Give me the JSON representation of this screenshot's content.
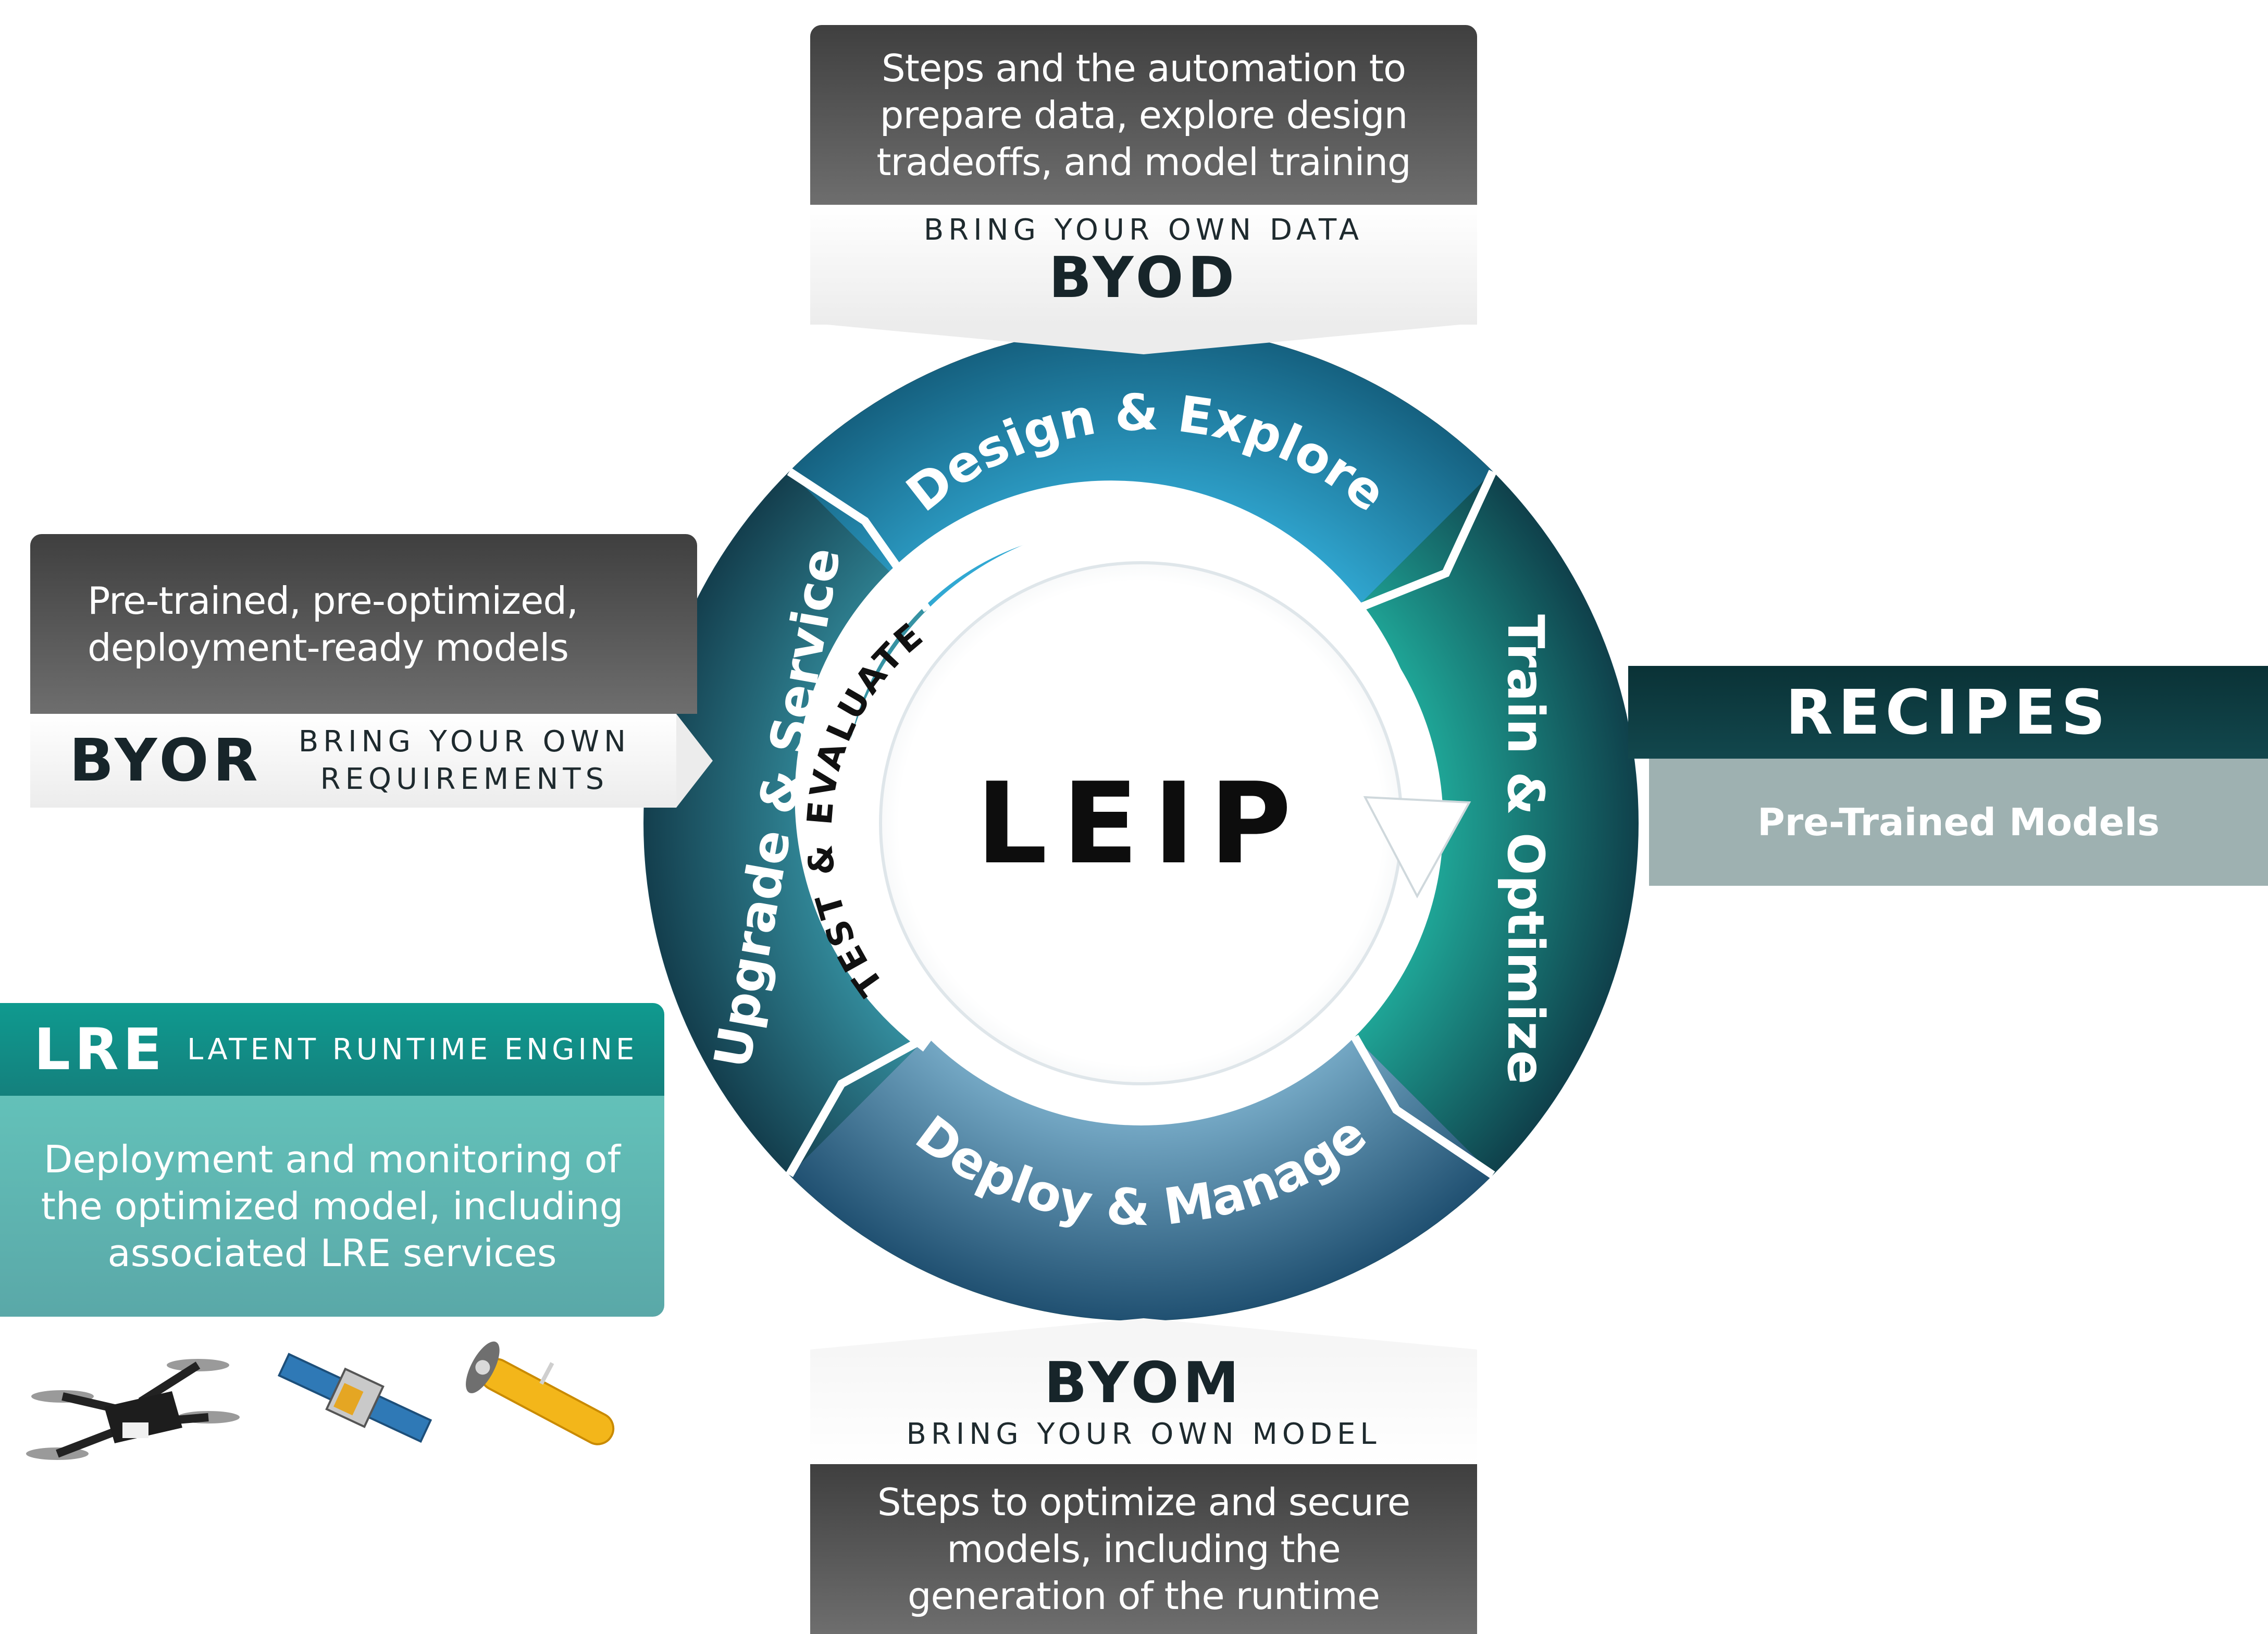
{
  "center": {
    "title": "LEIP"
  },
  "ring": {
    "top": "Design & Explore",
    "right": "Train & Optimize",
    "bottom": "Deploy & Manage",
    "left": "Upgrade & Service",
    "inner": "TEST & EVALUATE"
  },
  "byod": {
    "description_lines": [
      "Steps and the automation to",
      "prepare data, explore design",
      "tradeoffs, and model training"
    ],
    "subtitle": "BRING YOUR OWN DATA",
    "title": "BYOD"
  },
  "byom": {
    "title": "BYOM",
    "subtitle": "BRING YOUR OWN MODEL",
    "description_lines": [
      "Steps to optimize and secure",
      "models, including the",
      "generation of the runtime"
    ]
  },
  "byor": {
    "description_lines": [
      "Pre-trained, pre-optimized,",
      "deployment-ready models"
    ],
    "title": "BYOR",
    "subtitle_lines": [
      "BRING YOUR OWN",
      "REQUIREMENTS"
    ]
  },
  "recipes": {
    "title": "RECIPES",
    "subtitle": "Pre-Trained Models"
  },
  "lre": {
    "title": "LRE",
    "subtitle": "LATENT RUNTIME ENGINE",
    "description_lines": [
      "Deployment and monitoring of",
      "the optimized model, including",
      "associated LRE services"
    ]
  },
  "devices": [
    {
      "icon": "drone-icon"
    },
    {
      "icon": "satellite-icon"
    },
    {
      "icon": "underwater-vehicle-icon"
    }
  ],
  "colors": {
    "ring_dark": "#17414f",
    "design_blue": "#2ea8d6",
    "train_teal": "#1fa89a",
    "deploy_blue": "#3c7ea6",
    "upgrade_teal": "#2f8ea0",
    "recipes_dark": "#0d3a3f",
    "recipes_light": "#9fb2b2",
    "lre_header": "#139a90",
    "lre_body": "#5fb9b2"
  }
}
